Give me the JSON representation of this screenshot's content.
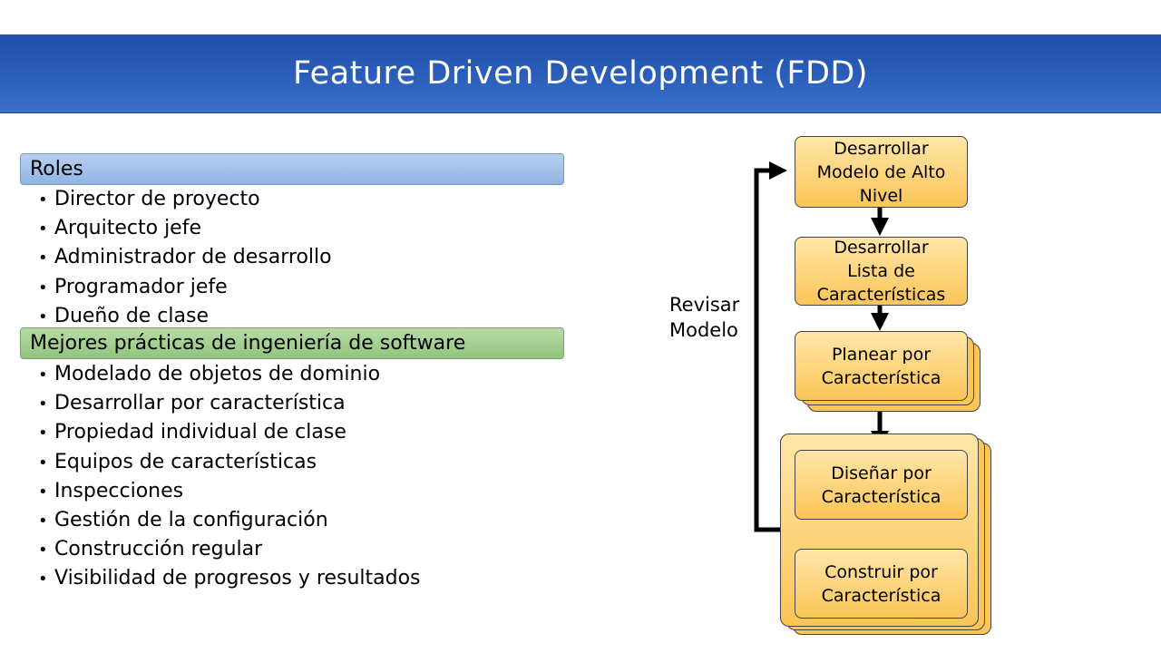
{
  "slide": {
    "title": "Feature Driven Development (FDD)"
  },
  "roles": {
    "header": "Roles",
    "items": [
      "Director de proyecto",
      "Arquitecto jefe",
      "Administrador de desarrollo",
      "Programador jefe",
      "Dueño de clase"
    ]
  },
  "practices": {
    "header": "Mejores prácticas de ingeniería de software",
    "items": [
      "Modelado de objetos de dominio",
      "Desarrollar por característica",
      "Propiedad individual de clase",
      "Equipos de características",
      "Inspecciones",
      "Gestión de la configuración",
      "Construcción regular",
      "Visibilidad de progresos y resultados"
    ]
  },
  "bullet_glyph": "•",
  "flow": {
    "step1": [
      "Desarrollar",
      "Modelo de Alto",
      "Nivel"
    ],
    "step2": [
      "Desarrollar",
      "Lista de",
      "Características"
    ],
    "step3": [
      "Planear por",
      "Característica"
    ],
    "step4": [
      "Diseñar por",
      "Característica"
    ],
    "step5": [
      "Construir por",
      "Característica"
    ],
    "loop_label": [
      "Revisar",
      "Modelo"
    ]
  },
  "colors": {
    "title_bar": "#2a5db8",
    "roles_header": "#a5c2ea",
    "practices_header": "#a4d08f",
    "box_fill": "#fbc557"
  }
}
